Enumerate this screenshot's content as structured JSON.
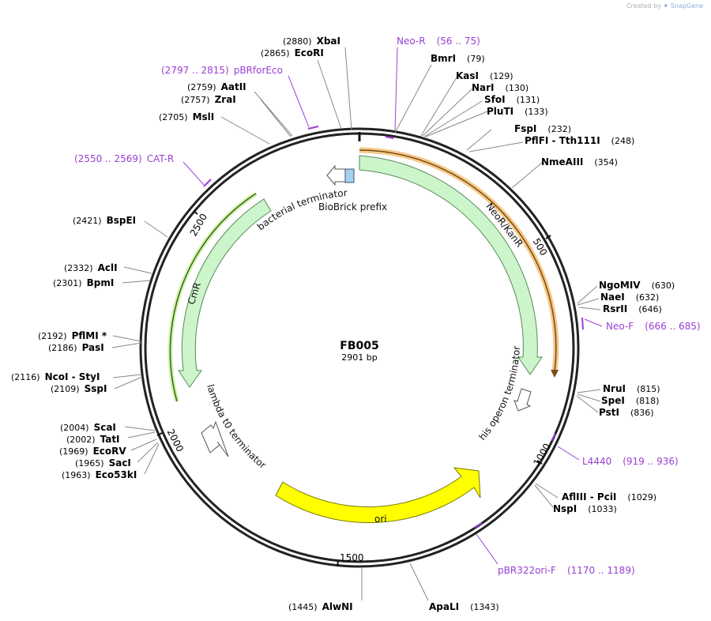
{
  "credit": {
    "prefix": "Created by",
    "brand": "SnapGene"
  },
  "plasmid": {
    "name": "FB005",
    "length_label": "2901 bp"
  },
  "ticks": [
    "500",
    "1000",
    "1500",
    "2000",
    "2500"
  ],
  "features": {
    "neor": "NeoR/KanR",
    "cmr": "CmR",
    "ori": "ori",
    "bacterial_terminator": "bacterial terminator",
    "biobrick_prefix": "BioBrick prefix",
    "his_operon_terminator": "his operon terminator",
    "lambda_terminator": "lambda t0 terminator"
  },
  "enzymes": [
    {
      "name": "XbaI",
      "pos": "(2880)"
    },
    {
      "name": "EcoRI",
      "pos": "(2865)"
    },
    {
      "name": "AatII",
      "pos": "(2759)"
    },
    {
      "name": "ZraI",
      "pos": "(2757)"
    },
    {
      "name": "MslI",
      "pos": "(2705)"
    },
    {
      "name": "BmrI",
      "pos": "(79)"
    },
    {
      "name": "KasI",
      "pos": "(129)"
    },
    {
      "name": "NarI",
      "pos": "(130)"
    },
    {
      "name": "SfoI",
      "pos": "(131)"
    },
    {
      "name": "PluTI",
      "pos": "(133)"
    },
    {
      "name": "FspI",
      "pos": "(232)"
    },
    {
      "name": "PflFI - Tth111I",
      "pos": "(248)"
    },
    {
      "name": "NmeAIII",
      "pos": "(354)"
    },
    {
      "name": "NgoMIV",
      "pos": "(630)"
    },
    {
      "name": "NaeI",
      "pos": "(632)"
    },
    {
      "name": "RsrII",
      "pos": "(646)"
    },
    {
      "name": "NruI",
      "pos": "(815)"
    },
    {
      "name": "SpeI",
      "pos": "(818)"
    },
    {
      "name": "PstI",
      "pos": "(836)"
    },
    {
      "name": "AflIII - PciI",
      "pos": "(1029)"
    },
    {
      "name": "NspI",
      "pos": "(1033)"
    },
    {
      "name": "ApaLI",
      "pos": "(1343)"
    },
    {
      "name": "AlwNI",
      "pos": "(1445)"
    },
    {
      "name": "BspEI",
      "pos": "(2421)"
    },
    {
      "name": "AclI",
      "pos": "(2332)"
    },
    {
      "name": "BpmI",
      "pos": "(2301)"
    },
    {
      "name": "PflMI *",
      "pos": "(2192)"
    },
    {
      "name": "PasI",
      "pos": "(2186)"
    },
    {
      "name": "NcoI - StyI",
      "pos": "(2116)"
    },
    {
      "name": "SspI",
      "pos": "(2109)"
    },
    {
      "name": "ScaI",
      "pos": "(2004)"
    },
    {
      "name": "TatI",
      "pos": "(2002)"
    },
    {
      "name": "EcoRV",
      "pos": "(1969)"
    },
    {
      "name": "SacI",
      "pos": "(1965)"
    },
    {
      "name": "Eco53kI",
      "pos": "(1963)"
    }
  ],
  "primers": [
    {
      "name": "Neo-R",
      "range": "(56 .. 75)"
    },
    {
      "name": "pBRforEco",
      "range": "(2797 .. 2815)"
    },
    {
      "name": "CAT-R",
      "range": "(2550 .. 2569)"
    },
    {
      "name": "Neo-F",
      "range": "(666 .. 685)"
    },
    {
      "name": "L4440",
      "range": "(919 .. 936)"
    },
    {
      "name": "pBR322ori-F",
      "range": "(1170 .. 1189)"
    }
  ],
  "colors": {
    "backbone": "#222222",
    "resistance_fill": "#ccf5cc",
    "resistance_stroke": "#5a8a5a",
    "ori_fill": "#ffff00",
    "primer": "#9a3fd4",
    "primer_arrow": "#e8a040",
    "primer_arrow_cm": "#3a7a1a",
    "biobrick": "#a8d0f0"
  }
}
